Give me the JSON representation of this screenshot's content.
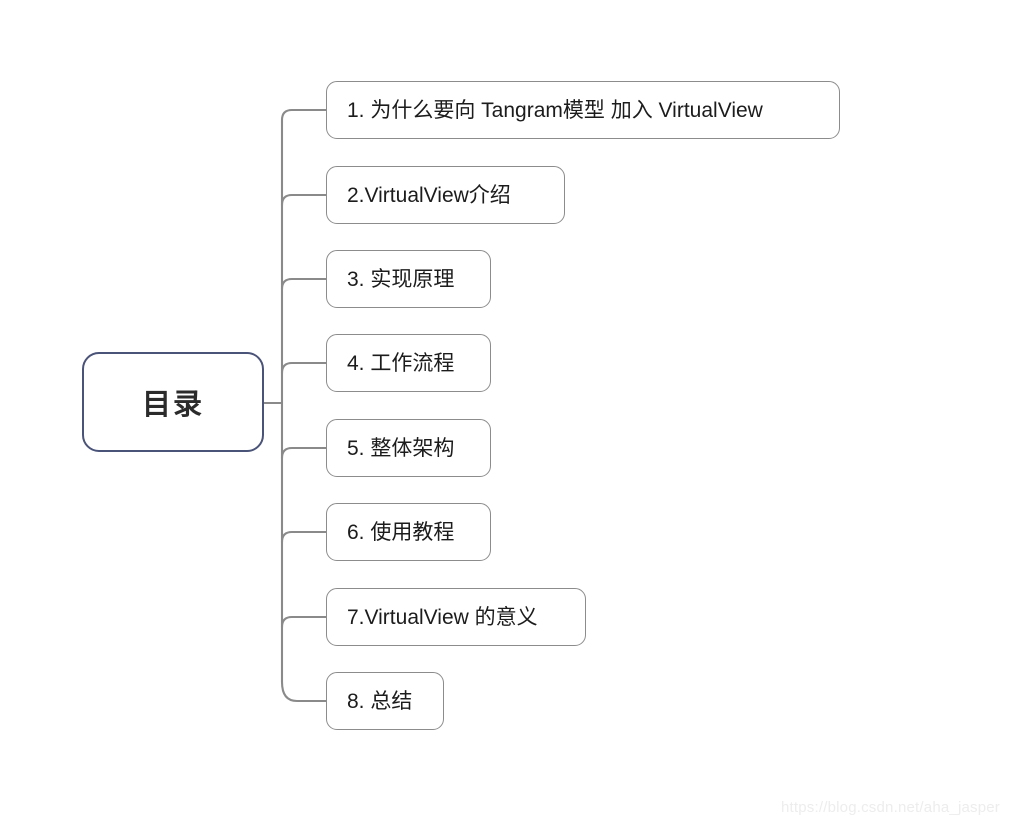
{
  "diagram": {
    "type": "mind-map",
    "root": {
      "label": "目录",
      "border_color": "#4a5378",
      "text_color": "#2b2b2b"
    },
    "branch_style": {
      "border_color": "#8c8c8c",
      "connector_color": "#8a8a8a",
      "text_color": "#1c1c1c"
    },
    "branches": [
      {
        "index": "1",
        "label": "1. 为什么要向 Tangram模型 加入 VirtualView"
      },
      {
        "index": "2",
        "label": "2.VirtualView介绍"
      },
      {
        "index": "3",
        "label": "3. 实现原理"
      },
      {
        "index": "4",
        "label": "4. 工作流程"
      },
      {
        "index": "5",
        "label": "5. 整体架构"
      },
      {
        "index": "6",
        "label": "6. 使用教程"
      },
      {
        "index": "7",
        "label": "7.VirtualView 的意义"
      },
      {
        "index": "8",
        "label": "8. 总结"
      }
    ]
  },
  "watermark": {
    "text": "https://blog.csdn.net/aha_jasper",
    "color": "#ededed"
  }
}
